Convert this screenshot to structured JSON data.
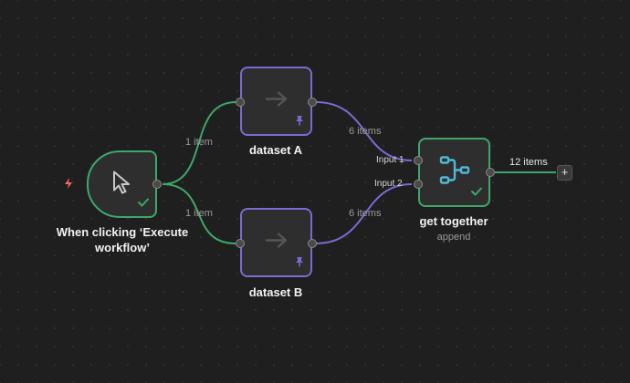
{
  "colors": {
    "canvas_bg": "#1f1f1f",
    "node_bg": "#2e2e2e",
    "node_border_default": "#7a6bd1",
    "node_border_success": "#3ea86a",
    "edge_success": "#3ea86a",
    "edge_purple": "#7a6bd1",
    "trigger_bolt": "#f06a5e",
    "merge_icon": "#4fb8d6",
    "pin_icon": "#7a6bd1"
  },
  "nodes": {
    "trigger": {
      "title": "When clicking ‘Execute workflow’",
      "icon": "cursor-icon",
      "status": "check-icon",
      "badge": "lightning-bolt-icon"
    },
    "dataset_a": {
      "title": "dataset A",
      "icon": "arrow-right-icon",
      "badge": "pin-icon"
    },
    "dataset_b": {
      "title": "dataset B",
      "icon": "arrow-right-icon",
      "badge": "pin-icon"
    },
    "merge": {
      "title": "get together",
      "subtitle": "append",
      "icon": "merge-icon",
      "status": "check-icon",
      "inputs": [
        "Input 1",
        "Input 2"
      ]
    }
  },
  "edges": {
    "trigger_to_a": "1 item",
    "trigger_to_b": "1 item",
    "a_to_merge": "6 items",
    "b_to_merge": "6 items",
    "merge_out": "12 items"
  },
  "add_button": {
    "label": "+",
    "icon": "plus-icon"
  }
}
